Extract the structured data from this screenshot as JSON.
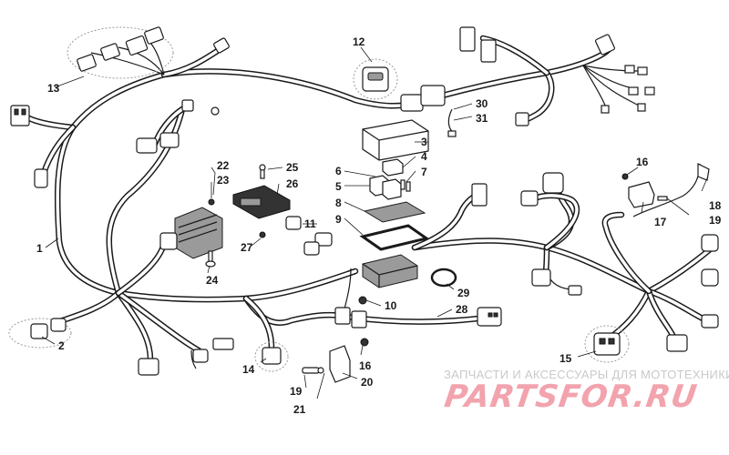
{
  "callouts": [
    "1",
    "2",
    "3",
    "4",
    "5",
    "6",
    "7",
    "8",
    "9",
    "10",
    "11",
    "12",
    "13",
    "14",
    "15",
    "16",
    "16",
    "17",
    "18",
    "19",
    "19",
    "20",
    "21",
    "22",
    "23",
    "24",
    "25",
    "26",
    "27",
    "28",
    "29",
    "30",
    "31"
  ],
  "watermark": {
    "tagline": "ЗАПЧАСТИ И АКСЕССУАРЫ ДЛЯ МОТОТЕХНИКИ",
    "brand": "PARTSFOR.RU"
  }
}
